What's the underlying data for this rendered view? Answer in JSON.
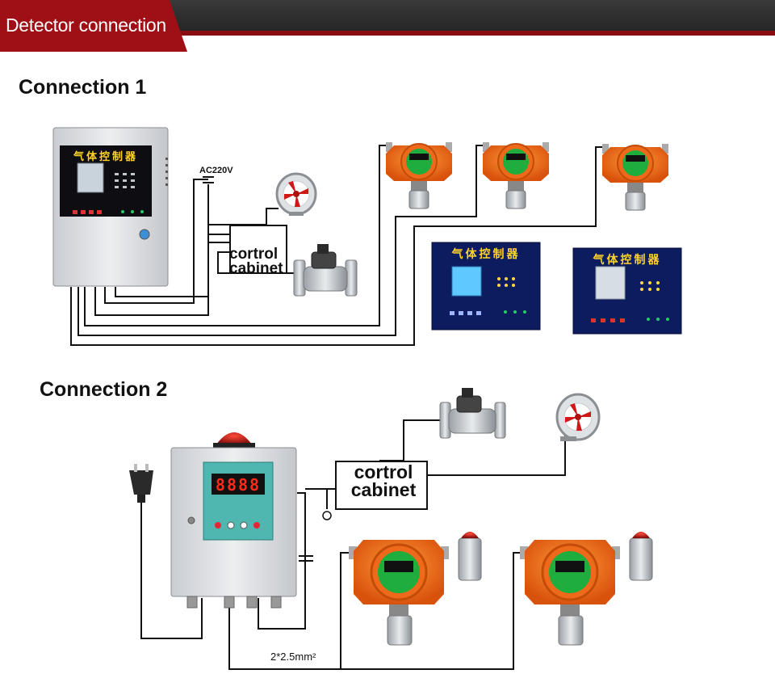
{
  "header": {
    "title": "Detector connection"
  },
  "connection1": {
    "title": "Connection 1",
    "power_label": "AC220V",
    "cabinet_label": "cortrol cabinet",
    "controller_panel_title": "气体控制器",
    "wall_panel_left_title": "气体控制器",
    "wall_panel_right_title": "气体控制器"
  },
  "connection2": {
    "title": "Connection 2",
    "cabinet_label": "cortrol cabinet",
    "cable_spec": "2*2.5mm²",
    "display_value": "8888"
  },
  "colors": {
    "banner_red": "#9e1015",
    "banner_dark": "#2b2b2b",
    "detector_orange": "#ee6a1a",
    "panel_navy": "#0d1c5e",
    "controller_grey": "#d9dce0"
  }
}
